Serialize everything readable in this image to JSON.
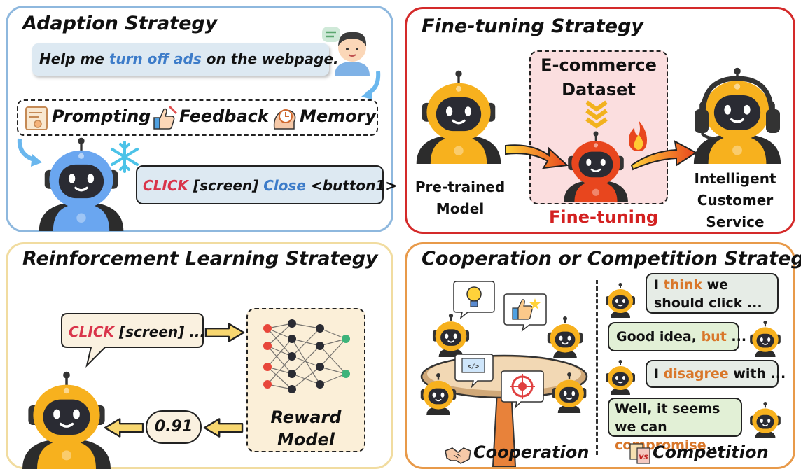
{
  "panels": {
    "adaption": {
      "title": "Adaption Strategy",
      "request": {
        "pre": "Help me ",
        "highlight": "turn off ads",
        "post": " on the webpage."
      },
      "methods": [
        "Prompting",
        "Feedback",
        "Memory"
      ],
      "action": {
        "verb": "CLICK",
        "arg": " [screen] ",
        "op": "Close",
        "target": " <button1>"
      }
    },
    "finetuning": {
      "title": "Fine-tuning Strategy",
      "dataset": "E-commerce Dataset",
      "process": "Fine-tuning",
      "source": "Pre-trained Model",
      "result": "Intelligent Customer Service"
    },
    "rl": {
      "title": "Reinforcement Learning Strategy",
      "action": {
        "verb": "CLICK",
        "rest": " [screen] ..."
      },
      "score": "0.91",
      "reward_model": "Reward Model"
    },
    "coop": {
      "title": "Cooperation or Competition Strategy",
      "dialogue": [
        {
          "pre": "I ",
          "hl": "think",
          "post": " we should click ..."
        },
        {
          "pre": "Good idea, ",
          "hl": "but",
          "post": " ..."
        },
        {
          "pre": "I ",
          "hl": "disagree",
          "post": " with ..."
        },
        {
          "pre": "Well, it seems we can ",
          "hl": "compromise",
          "post": "..."
        }
      ],
      "labels": [
        "Cooperation",
        "Competition"
      ]
    }
  },
  "colors": {
    "adaption_border": "#8eb8de",
    "finetune_border": "#d42a2a",
    "rl_border": "#f1dca0",
    "coop_border": "#e89a4a",
    "robot_yellow": "#f7b11e",
    "robot_blue": "#6aa6f0",
    "robot_red": "#e8461e",
    "face_dark": "#2a2b33"
  }
}
